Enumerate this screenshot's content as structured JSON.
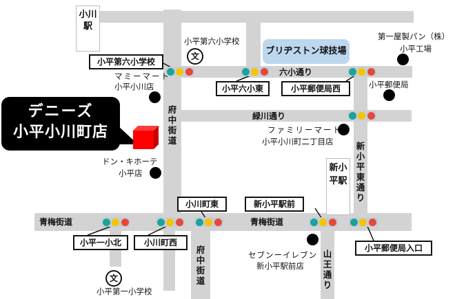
{
  "store": {
    "name_line1": "デニーズ",
    "name_line2": "小平小川町店",
    "marker_color": "#ff0000"
  },
  "stations": [
    {
      "id": "ogawa",
      "label": "小川駅"
    },
    {
      "id": "shinkodaira",
      "label": "新小平駅"
    }
  ],
  "roads": {
    "rokusho": "六小通り",
    "midorikawa": "緑川通り",
    "oume_left": "青梅街道",
    "oume_right": "青梅街道",
    "fuchu_upper": "府中街道",
    "fuchu_lower": "府中街道",
    "shinkodaira_higashi": "新小平東通り",
    "sanno": "山王通り"
  },
  "intersections": [
    {
      "id": "kodaira6sho",
      "label": "小平第六小学校"
    },
    {
      "id": "kodaira6sho_higashi",
      "label": "小平六小東"
    },
    {
      "id": "yubinkyoku_nishi",
      "label": "小平郵便局西"
    },
    {
      "id": "ogawacho_higashi",
      "label": "小川町東"
    },
    {
      "id": "shinkodaira_ekimae",
      "label": "新小平駅前"
    },
    {
      "id": "kodaira1sho_kita",
      "label": "小平一小北"
    },
    {
      "id": "ogawacho_nishi",
      "label": "小川町西"
    },
    {
      "id": "yubinkyoku_iriguchi",
      "label": "小平郵便局入口"
    }
  ],
  "landmarks": {
    "school6_name": "小平第六小学校",
    "school1_name": "小平第一小学校",
    "school_symbol": "文",
    "stadium": "ブリヂストン球技場",
    "bakery_line1": "第一屋製パン（株）",
    "bakery_line2": "小平工場",
    "post_office": "小平郵便局",
    "mammy_line1": "マミーマート",
    "mammy_line2": "小平小川店",
    "familymart_line1": "ファミリーマート",
    "familymart_line2": "小平小川町二丁目店",
    "donki_line1": "ドン・キホーテ",
    "donki_line2": "小平店",
    "seven_line1": "セブンーイレブン",
    "seven_line2": "新小平駅前店"
  },
  "signal_colors": {
    "green": "#1aa39a",
    "yellow": "#f5c400",
    "red": "#e5483c",
    "housing": "#c7cdd4"
  },
  "road_color": "#d3d3d4"
}
